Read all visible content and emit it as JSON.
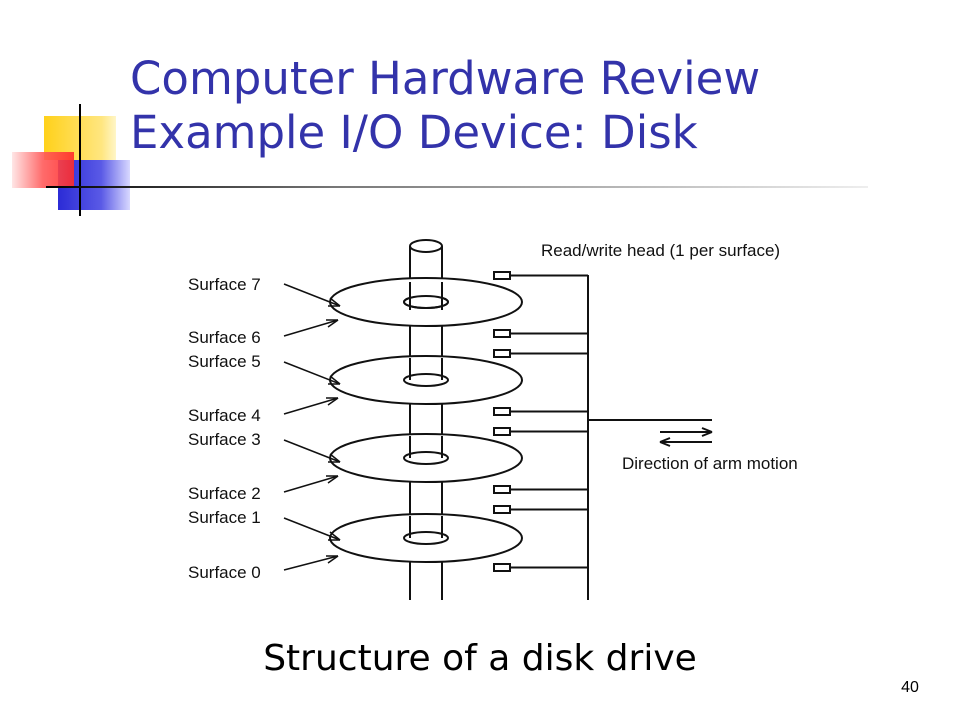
{
  "slide": {
    "title_lines": [
      "Computer Hardware Review",
      "Example I/O Device: Disk"
    ],
    "caption": "Structure of a disk drive",
    "page_number": "40"
  },
  "diagram": {
    "surfaces": [
      "Surface 7",
      "Surface 6",
      "Surface 5",
      "Surface 4",
      "Surface 3",
      "Surface 2",
      "Surface 1",
      "Surface 0"
    ],
    "head_label": "Read/write head (1 per surface)",
    "arm_motion_label": "Direction of arm motion"
  },
  "colors": {
    "title": "#3333aa",
    "deco_yellow": "#ffd11a",
    "deco_blue": "#2b2bd6",
    "deco_red": "#ff3b3b"
  }
}
